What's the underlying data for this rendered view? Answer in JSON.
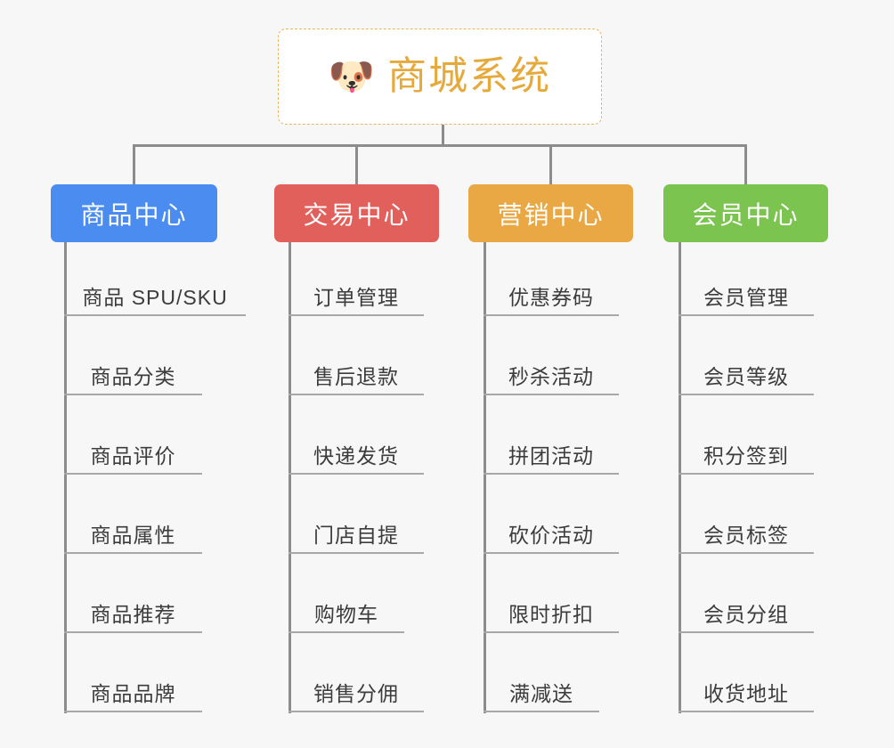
{
  "background_color": "#f7f7f7",
  "root": {
    "icon": "shiba-dog-face-emoji",
    "emoji": "🐶",
    "title": "商城系统",
    "title_color": "#e6a93c",
    "border_color": "#eab560",
    "border_style": "dashed",
    "background": "#ffffff"
  },
  "connector_color": "#8c8c8c",
  "branches": [
    {
      "id": "product-center",
      "label": "商品中心",
      "color": "#4a8cf0",
      "items": [
        "商品 SPU/SKU",
        "商品分类",
        "商品评价",
        "商品属性",
        "商品推荐",
        "商品品牌"
      ]
    },
    {
      "id": "trade-center",
      "label": "交易中心",
      "color": "#e2605c",
      "items": [
        "订单管理",
        "售后退款",
        "快递发货",
        "门店自提",
        "购物车",
        "销售分佣"
      ]
    },
    {
      "id": "marketing-center",
      "label": "营销中心",
      "color": "#eaa844",
      "items": [
        "优惠券码",
        "秒杀活动",
        "拼团活动",
        "砍价活动",
        "限时折扣",
        "满减送"
      ]
    },
    {
      "id": "member-center",
      "label": "会员中心",
      "color": "#7cc450",
      "items": [
        "会员管理",
        "会员等级",
        "积分签到",
        "会员标签",
        "会员分组",
        "收货地址"
      ]
    }
  ]
}
